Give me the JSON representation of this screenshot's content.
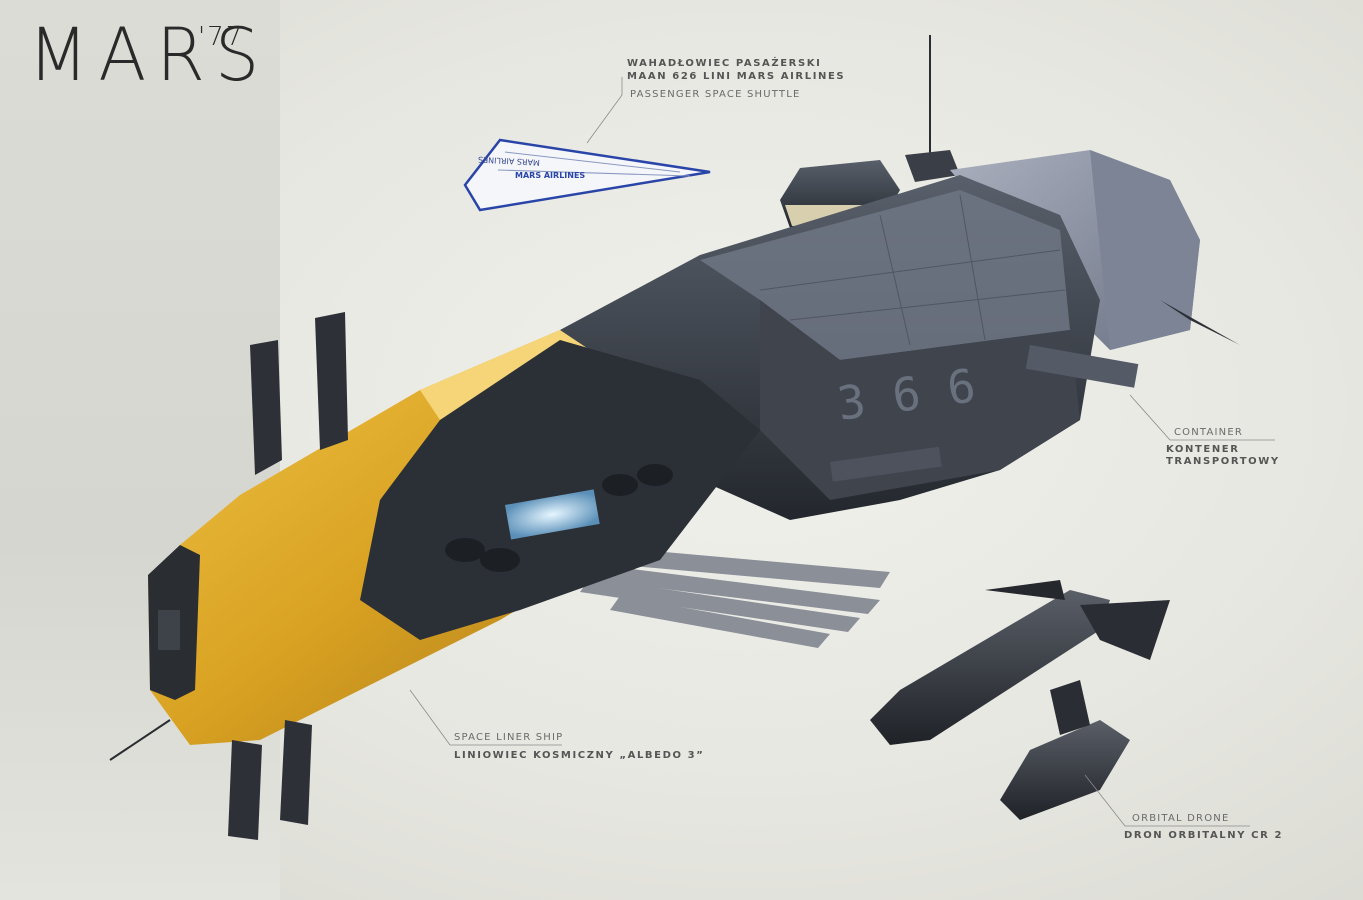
{
  "title": {
    "main": "MARS",
    "sup": "'77"
  },
  "callouts": {
    "shuttle": {
      "pl_line1": "WAHADŁOWIEC PASAŻERSKI",
      "pl_line2": "MAAN 626 LINI MARS AIRLINES",
      "en": "PASSENGER SPACE SHUTTLE"
    },
    "container": {
      "en": "CONTAINER",
      "pl_line1": "KONTENER",
      "pl_line2": "TRANSPORTOWY"
    },
    "liner": {
      "en": "SPACE LINER SHIP",
      "pl": "LINIOWIEC KOSMICZNY „ALBEDO 3”"
    },
    "drone": {
      "en": "ORBITAL DRONE",
      "pl": "DRON ORBITALNY CR 2"
    }
  },
  "shuttle_markings": {
    "line1": "MARS AIRLINES",
    "line2": "MARS AIRLINES"
  },
  "colors": {
    "hull_yellow": "#e2ad2a",
    "hull_dark": "#3a3f47",
    "container_blue": "#8a92a3",
    "shuttle_blue": "#2a45a8"
  }
}
